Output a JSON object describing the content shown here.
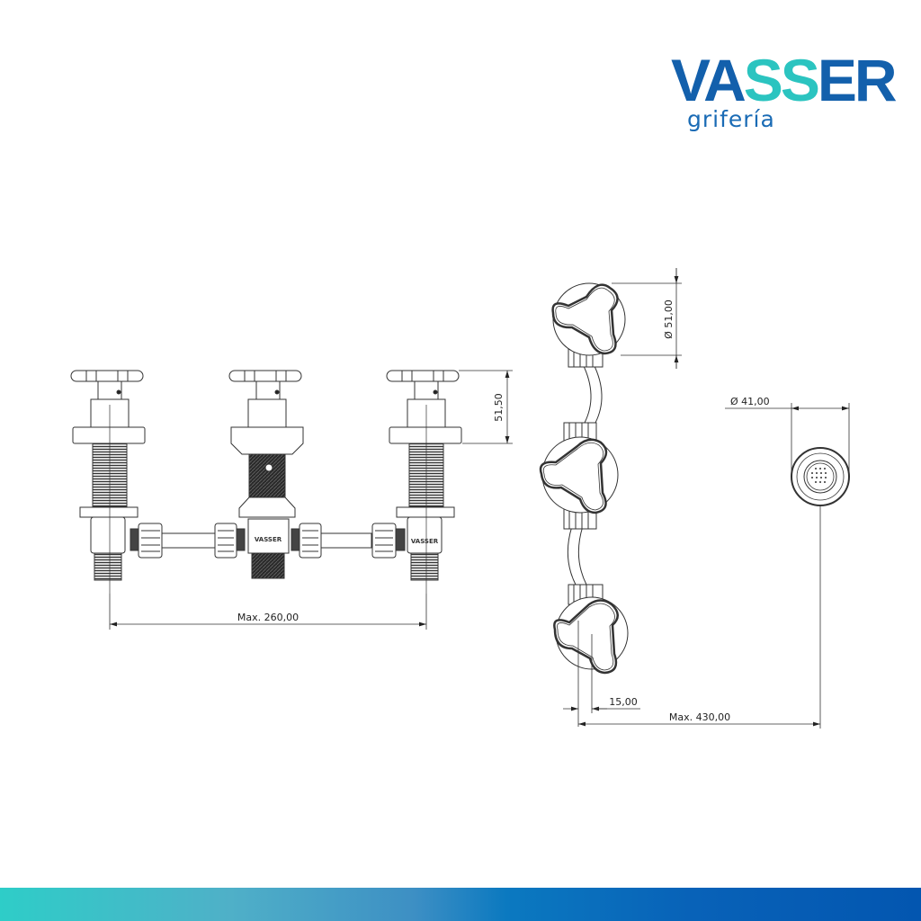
{
  "brand": {
    "name_part1": "VA",
    "name_part2": "SS",
    "name_part3": "ER",
    "subtitle": "grifería",
    "colors": {
      "primary": "#1360ac",
      "accent": "#2bc4c0"
    }
  },
  "front_view": {
    "label": "front-elevation",
    "dimensions": {
      "overall_width": "Max. 260,00",
      "handle_height": "51,50"
    },
    "body_engraving": "VASSER"
  },
  "top_view": {
    "label": "plan-view",
    "dimensions": {
      "handle_diameter": "Ø 51,00",
      "offset": "15,00",
      "overall_length": "Max. 430,00"
    }
  },
  "outlet_view": {
    "label": "aerator-view",
    "dimensions": {
      "diameter": "Ø 41,00"
    }
  },
  "footer": {
    "gradient_colors": [
      "#2ecdc8",
      "#3d8fc4",
      "#0b79c0",
      "#0356b0"
    ]
  }
}
